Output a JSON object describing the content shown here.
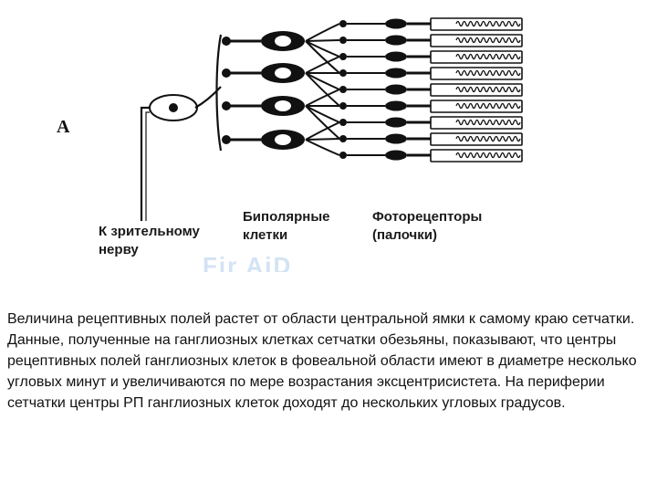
{
  "diagram": {
    "panel_letter": "A",
    "label_nerve_line1": "К зрительному",
    "label_nerve_line2": "нерву",
    "label_bipolar_line1": "Биполярные",
    "label_bipolar_line2": "клетки",
    "label_photo_line1": "Фоторецепторы",
    "label_photo_line2": "(палочки)",
    "rod_count": 9,
    "bipolar_count": 4,
    "colors": {
      "ink": "#111111",
      "watermark": "#9fc3e6"
    }
  },
  "body": {
    "text": "Величина рецептивных полей растет от области центральной ямки к самому краю сетчатки. Данные, полученные на ганглиозных клетках сетчатки обезьяны, показывают, что центры рецептивных полей ганглиозных клеток в фовеальной области имеют в диаметре несколько угловых минут и увеличиваются по мере возрастания эксцентрисистета. На периферии сетчатки центры РП ганглиозных клеток доходят до нескольких угловых градусов."
  }
}
